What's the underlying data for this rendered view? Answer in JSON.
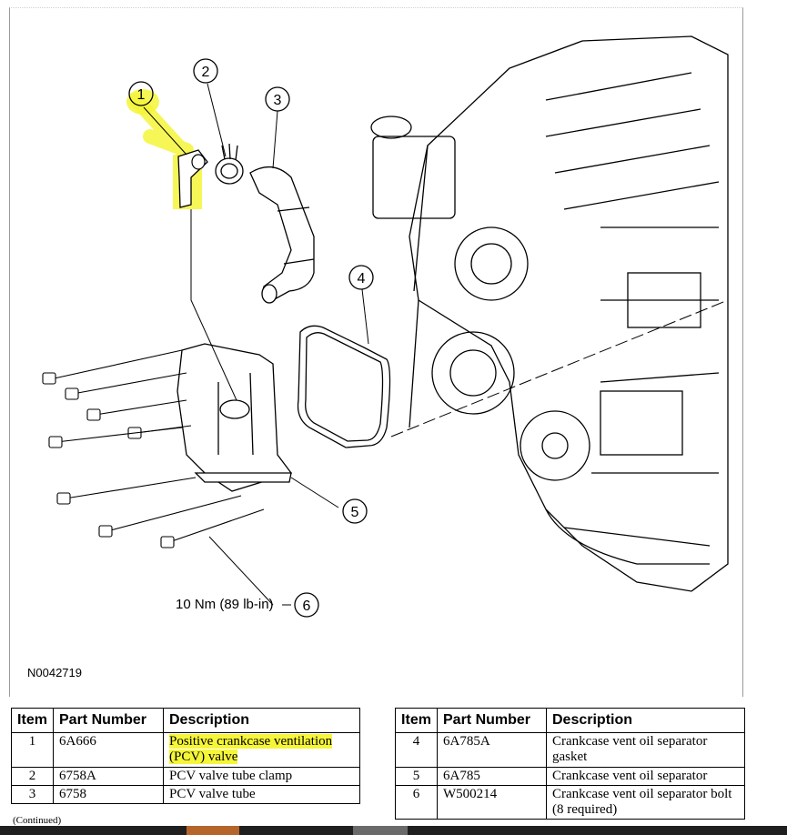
{
  "diagram": {
    "callouts": [
      "1",
      "2",
      "3",
      "4",
      "5",
      "6"
    ],
    "torque_label": "10 Nm (89 lb-in)",
    "figure_id": "N0042719",
    "highlight_color": "#f5f53a"
  },
  "tables": {
    "headers": {
      "item": "Item",
      "part_number": "Part Number",
      "description": "Description"
    },
    "left_rows": [
      {
        "item": "1",
        "part_number": "6A666",
        "description": "Positive crankcase ventilation (PCV) valve"
      },
      {
        "item": "2",
        "part_number": "6758A",
        "description": "PCV valve tube clamp"
      },
      {
        "item": "3",
        "part_number": "6758",
        "description": "PCV valve tube"
      }
    ],
    "right_rows": [
      {
        "item": "4",
        "part_number": "6A785A",
        "description": "Crankcase vent oil separator gasket"
      },
      {
        "item": "5",
        "part_number": "6A785",
        "description": "Crankcase vent oil separator"
      },
      {
        "item": "6",
        "part_number": "W500214",
        "description": "Crankcase vent oil separator bolt (8 required)"
      }
    ],
    "continued": "(Continued)"
  }
}
